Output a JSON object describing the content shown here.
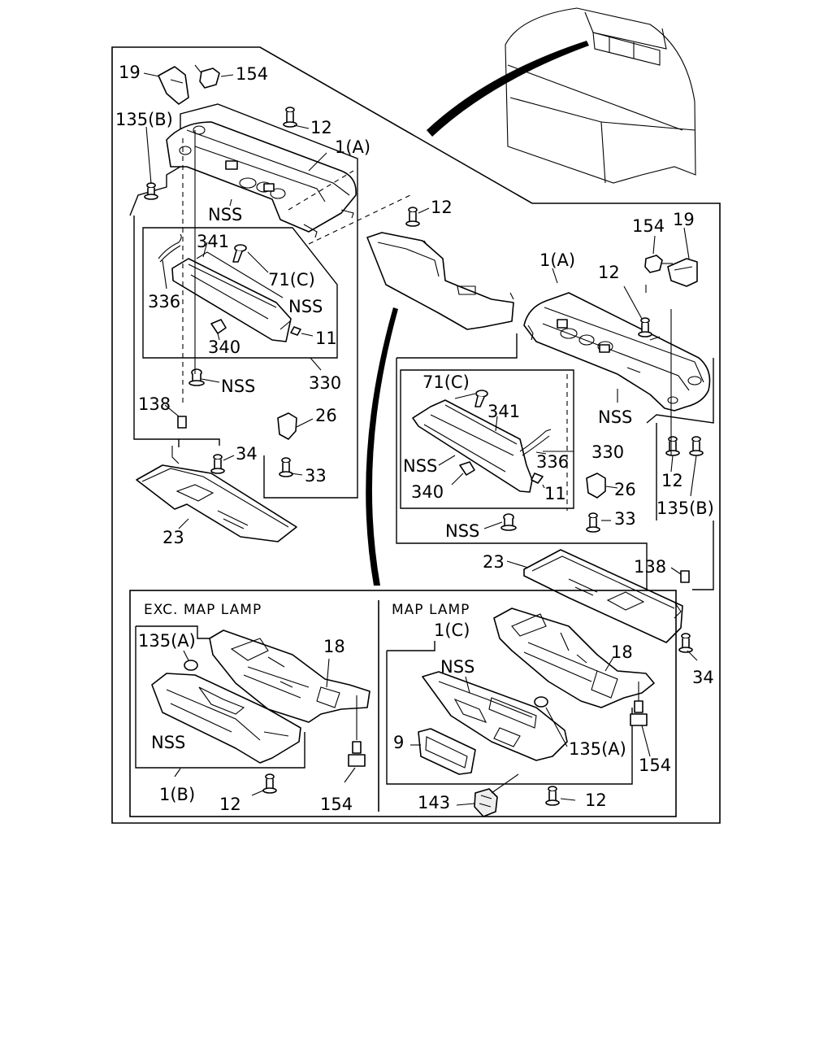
{
  "callouts": {
    "l19": "19",
    "l154_top": "154",
    "l135b_left": "135(B)",
    "l12_top": "12",
    "l1a_left": "1(A)",
    "lnss_left1": "NSS",
    "l12_mid": "12",
    "l341_left": "341",
    "l71c_left": "71(C)",
    "l336_left": "336",
    "lnss_left2": "NSS",
    "l340_left": "340",
    "l11_left": "11",
    "l330_left": "330",
    "lnss_left3": "NSS",
    "l138_left": "138",
    "l26_left": "26",
    "l34_left": "34",
    "l33_left": "33",
    "l23_left": "23",
    "l154_right": "154",
    "l19_right": "19",
    "l1a_right": "1(A)",
    "l12_right": "12",
    "l71c_right": "71(C)",
    "l341_right": "341",
    "l330_right": "330",
    "l336_right": "336",
    "lnss_right1": "NSS",
    "lnss_right2": "NSS",
    "l340_right": "340",
    "l11_right": "11",
    "l26_right": "26",
    "l33_right": "33",
    "lnss_right3": "NSS",
    "l12_right2": "12",
    "l135b_right": "135(B)",
    "l23_right": "23",
    "l138_right": "138",
    "l34_right": "34",
    "l135a_bl": "135(A)",
    "l18_bl": "18",
    "lnss_bl": "NSS",
    "l1b": "1(B)",
    "l12_bl": "12",
    "l154_bl": "154",
    "l1c": "1(C)",
    "lnss_br": "NSS",
    "l18_br": "18",
    "l154_br": "154",
    "l9": "9",
    "l135a_br": "135(A)",
    "l143": "143",
    "l12_br": "12"
  },
  "sections": {
    "exc_map_lamp": "EXC. MAP LAMP",
    "map_lamp": "MAP LAMP"
  }
}
